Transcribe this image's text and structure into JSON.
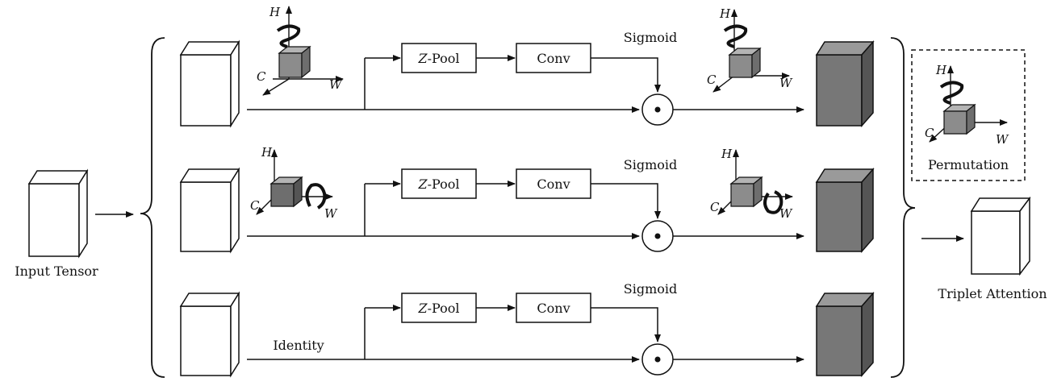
{
  "labels": {
    "input": "Input Tensor",
    "output": "Triplet Attention",
    "zpool_z": "Z",
    "zpool_rest": "-Pool",
    "conv": "Conv",
    "sigmoid": "Sigmoid",
    "identity": "Identity",
    "permutation": "Permutation",
    "odot": "⊙"
  },
  "axes": {
    "h": "H",
    "w": "W",
    "c": "C"
  },
  "colors": {
    "stroke": "#111111",
    "cube_front": "#8c8c8c",
    "cube_top": "#b4b4b4",
    "cube_side": "#6e6e6e",
    "output_front": "#777777",
    "output_top": "#9a9a9a",
    "output_side": "#555555",
    "white": "#ffffff"
  }
}
